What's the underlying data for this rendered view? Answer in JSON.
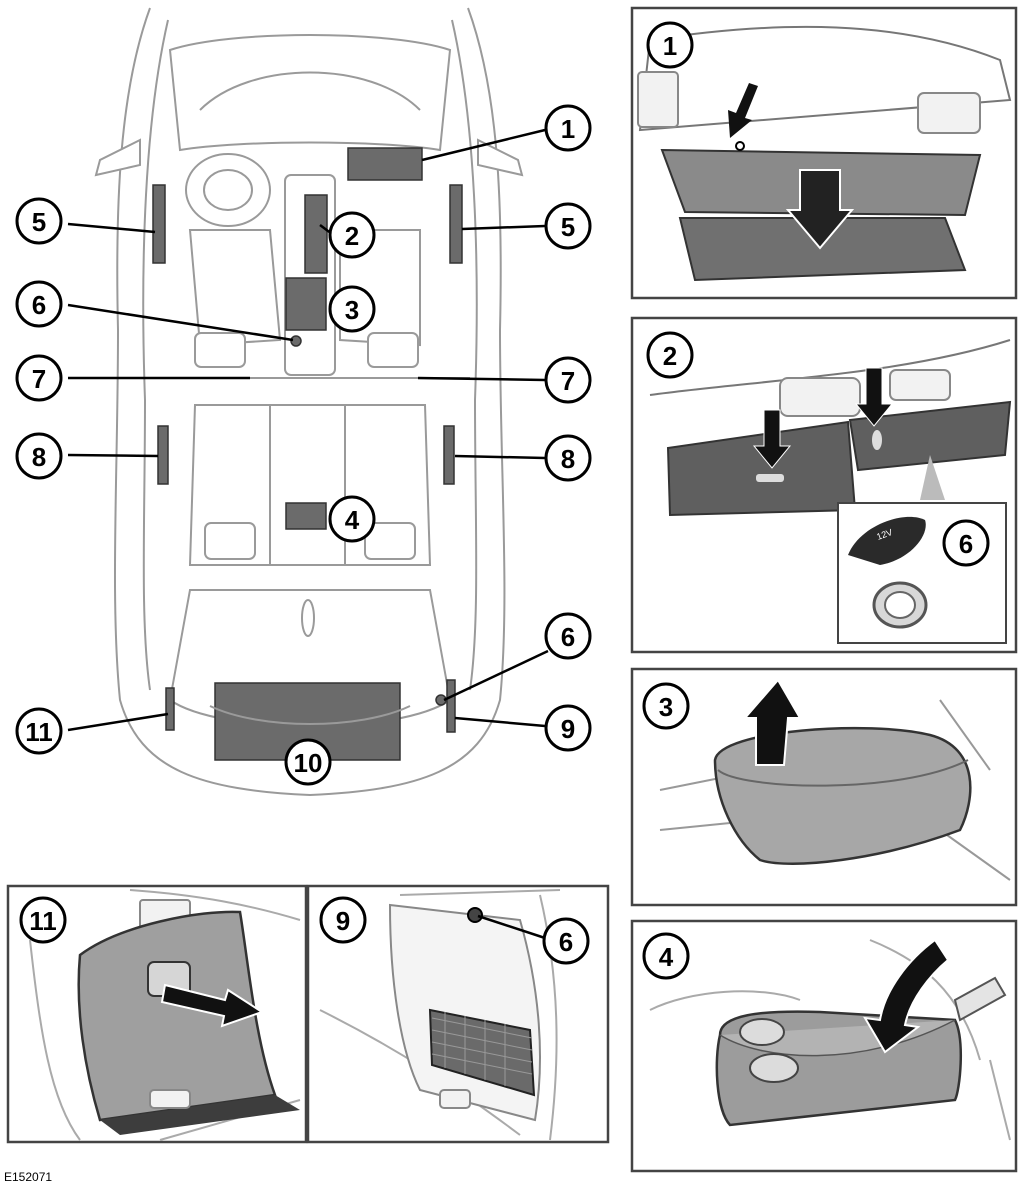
{
  "figure_code": "E152071",
  "callouts": {
    "c1": "1",
    "c2": "2",
    "c3": "3",
    "c4": "4",
    "c5": "5",
    "c6": "6",
    "c7": "7",
    "c8": "8",
    "c9": "9",
    "c10": "10",
    "c11": "11"
  },
  "insets": {
    "glovebox": "1",
    "console": "2",
    "console_socket": "6",
    "armrest_front": "3",
    "armrest_rear": "4",
    "trim_left": "11",
    "trim_right": "9",
    "trim_right_socket": "6"
  },
  "socket_label": "12V"
}
